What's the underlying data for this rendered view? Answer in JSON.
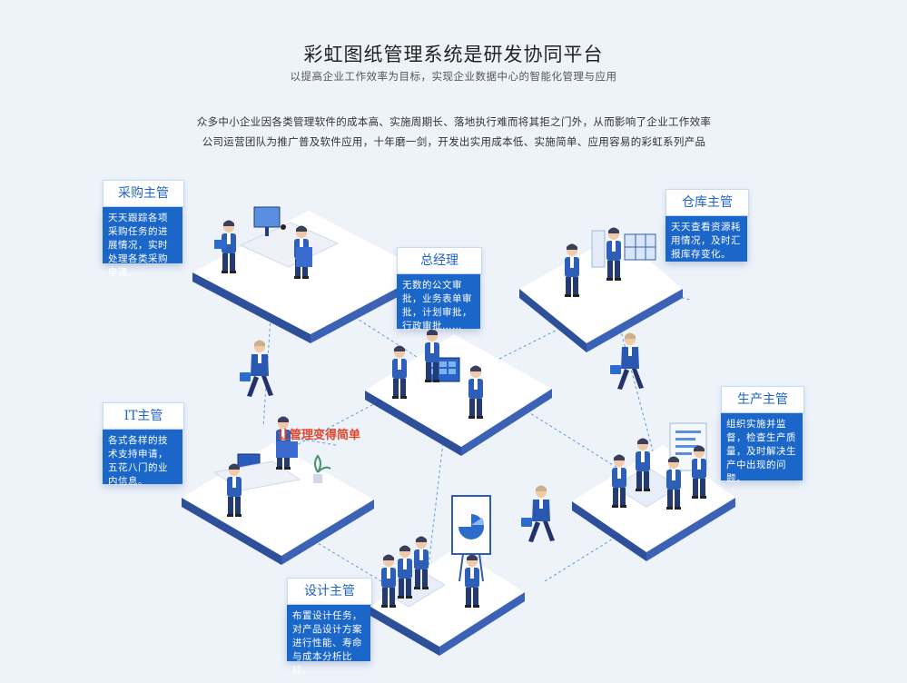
{
  "header": {
    "title": "彩虹图纸管理系统是研发协同平台",
    "subtitle": "以提高企业工作效率为目标，实现企业数据中心的智能化管理与应用"
  },
  "intro": {
    "line1": "众多中小企业因各类管理软件的成本高、实施周期长、落地执行难而将其拒之门外，从而影响了企业工作效率",
    "line2": "公司运营团队为推广普及软件应用，十年磨一剑，开发出实用成本低、实施简单、应用容易的彩虹系列产品"
  },
  "roles": {
    "procurement": {
      "title": "采购主管",
      "desc": "天天跟踪各项采购任务的进展情况，实时处理各类采购申请。"
    },
    "manager": {
      "title": "总经理",
      "desc": "无数的公文审批，业务表单审批，计划审批，行政审批……"
    },
    "warehouse": {
      "title": "仓库主管",
      "desc": "天天查看资源耗用情况，及时汇报库存变化。"
    },
    "it": {
      "title": "IT主管",
      "desc": "各式各样的技术支持申请，五花八门的业内信息。"
    },
    "production": {
      "title": "生产主管",
      "desc": "组织实施并监督，检查生产质量，及时解决生产中出现的问题。"
    },
    "design": {
      "title": "设计主管",
      "desc": "布置设计任务，对产品设计方案进行性能、寿命与成本分析比较。"
    }
  },
  "watermark": "让管理变得简单",
  "colors": {
    "accent": "#1b66c9",
    "platform_top": "#ffffff",
    "platform_side": "#2e4f9a",
    "link": "#5a9be0"
  }
}
